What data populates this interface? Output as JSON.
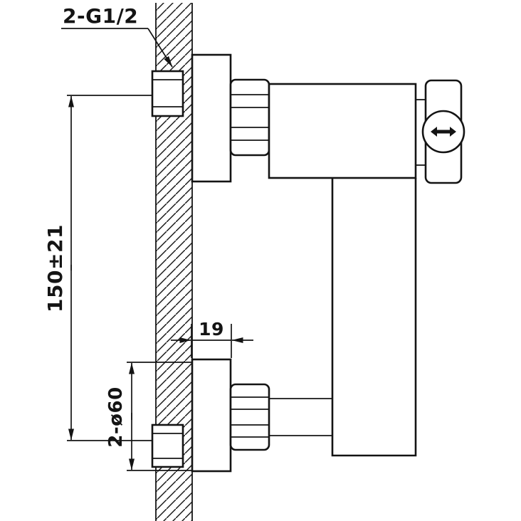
{
  "drawing": {
    "background_color": "#ffffff",
    "line_color": "#141414",
    "labels": {
      "thread_callout": "2-G1/2",
      "vertical_center_distance": "150±21",
      "escutcheon_depth": "19",
      "flange_callout": "2-ø60"
    },
    "icons": {
      "handle_indicator": "left-right-arrow"
    }
  }
}
